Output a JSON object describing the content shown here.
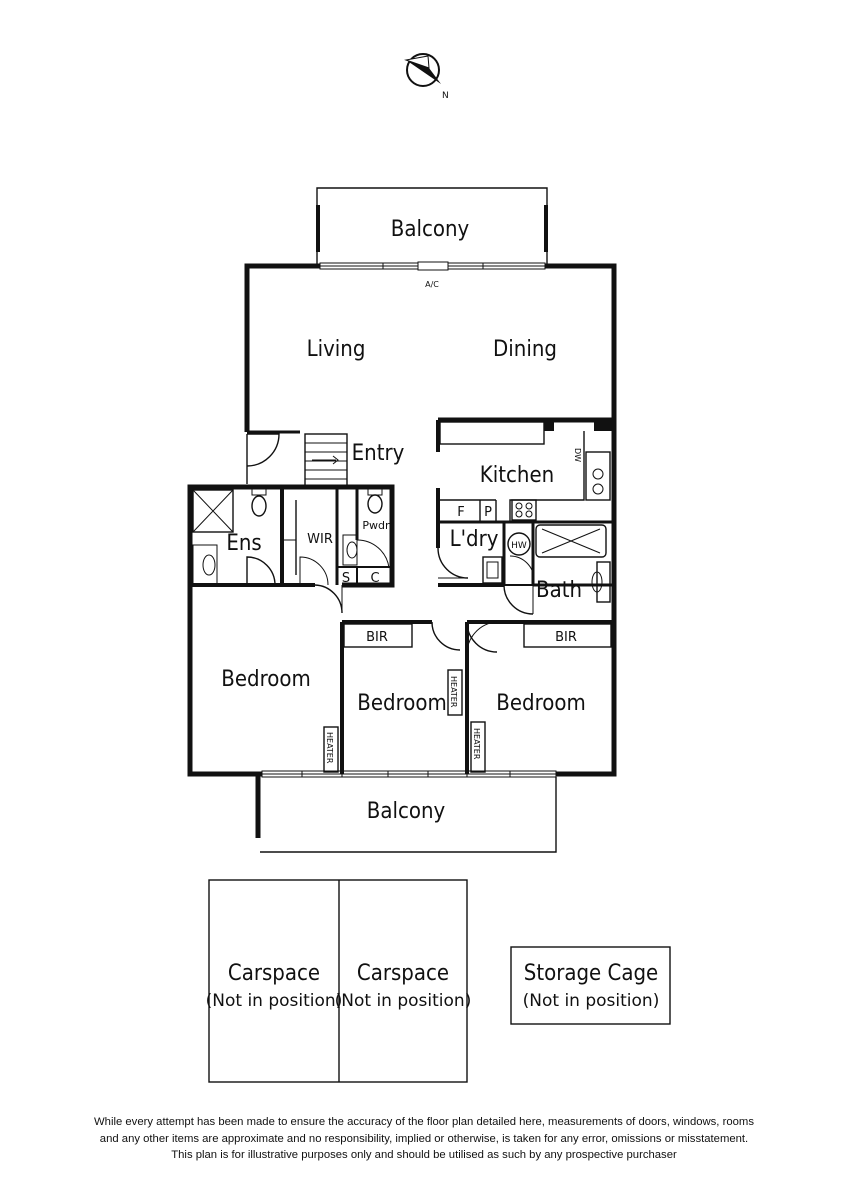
{
  "compass": {
    "north_label": "N"
  },
  "rooms": {
    "balcony_top": "Balcony",
    "ac": "A/C",
    "living": "Living",
    "dining": "Dining",
    "entry": "Entry",
    "kitchen": "Kitchen",
    "dw": "DW",
    "f": "F",
    "p": "P",
    "ens": "Ens",
    "wir": "WIR",
    "pwdr": "Pwdr",
    "s": "S",
    "c": "C",
    "ldry": "L'dry",
    "hw": "HW",
    "bath": "Bath",
    "bir_left": "BIR",
    "bir_right": "BIR",
    "bedroom_left": "Bedroom",
    "bedroom_middle": "Bedroom",
    "bedroom_right": "Bedroom",
    "heater_left": "HEATER",
    "heater_middle_top": "HEATER",
    "heater_middle_bottom": "HEATER",
    "balcony_bottom": "Balcony"
  },
  "parking": {
    "carspace_1": {
      "title": "Carspace",
      "note": "(Not in position)"
    },
    "carspace_2": {
      "title": "Carspace",
      "note": "(Not in position)"
    },
    "storage": {
      "title": "Storage Cage",
      "note": "(Not in position)"
    }
  },
  "disclaimer": [
    "While every attempt has been made to ensure the accuracy of the floor plan detailed here, measurements of doors, windows, rooms",
    "and any other items are approximate and no responsibility, implied or otherwise, is taken for any error, omissions or misstatement.",
    "This plan is for illustrative purposes only and should be utilised as such by any prospective purchaser"
  ]
}
